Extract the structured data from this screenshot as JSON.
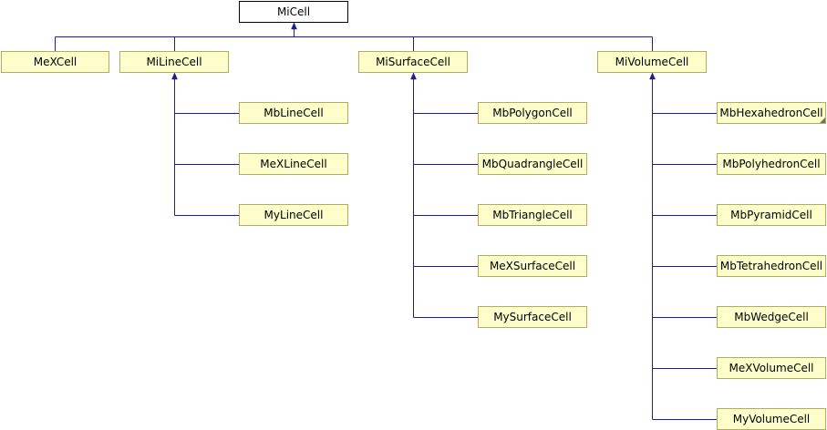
{
  "colors": {
    "edge": "#1f1f8c",
    "node_fill": "#ffffcc",
    "node_border": "#b0ae5c",
    "root_fill": "#ffffff"
  },
  "root": {
    "label": "MiCell"
  },
  "level1": [
    {
      "label": "MeXCell"
    },
    {
      "label": "MiLineCell",
      "children": [
        "MbLineCell",
        "MeXLineCell",
        "MyLineCell"
      ]
    },
    {
      "label": "MiSurfaceCell",
      "children": [
        "MbPolygonCell",
        "MbQuadrangleCell",
        "MbTriangleCell",
        "MeXSurfaceCell",
        "MySurfaceCell"
      ]
    },
    {
      "label": "MiVolumeCell",
      "children": [
        "MbHexahedronCell",
        "MbPolyhedronCell",
        "MbPyramidCell",
        "MbTetrahedronCell",
        "MbWedgeCell",
        "MeXVolumeCell",
        "MyVolumeCell"
      ]
    }
  ]
}
